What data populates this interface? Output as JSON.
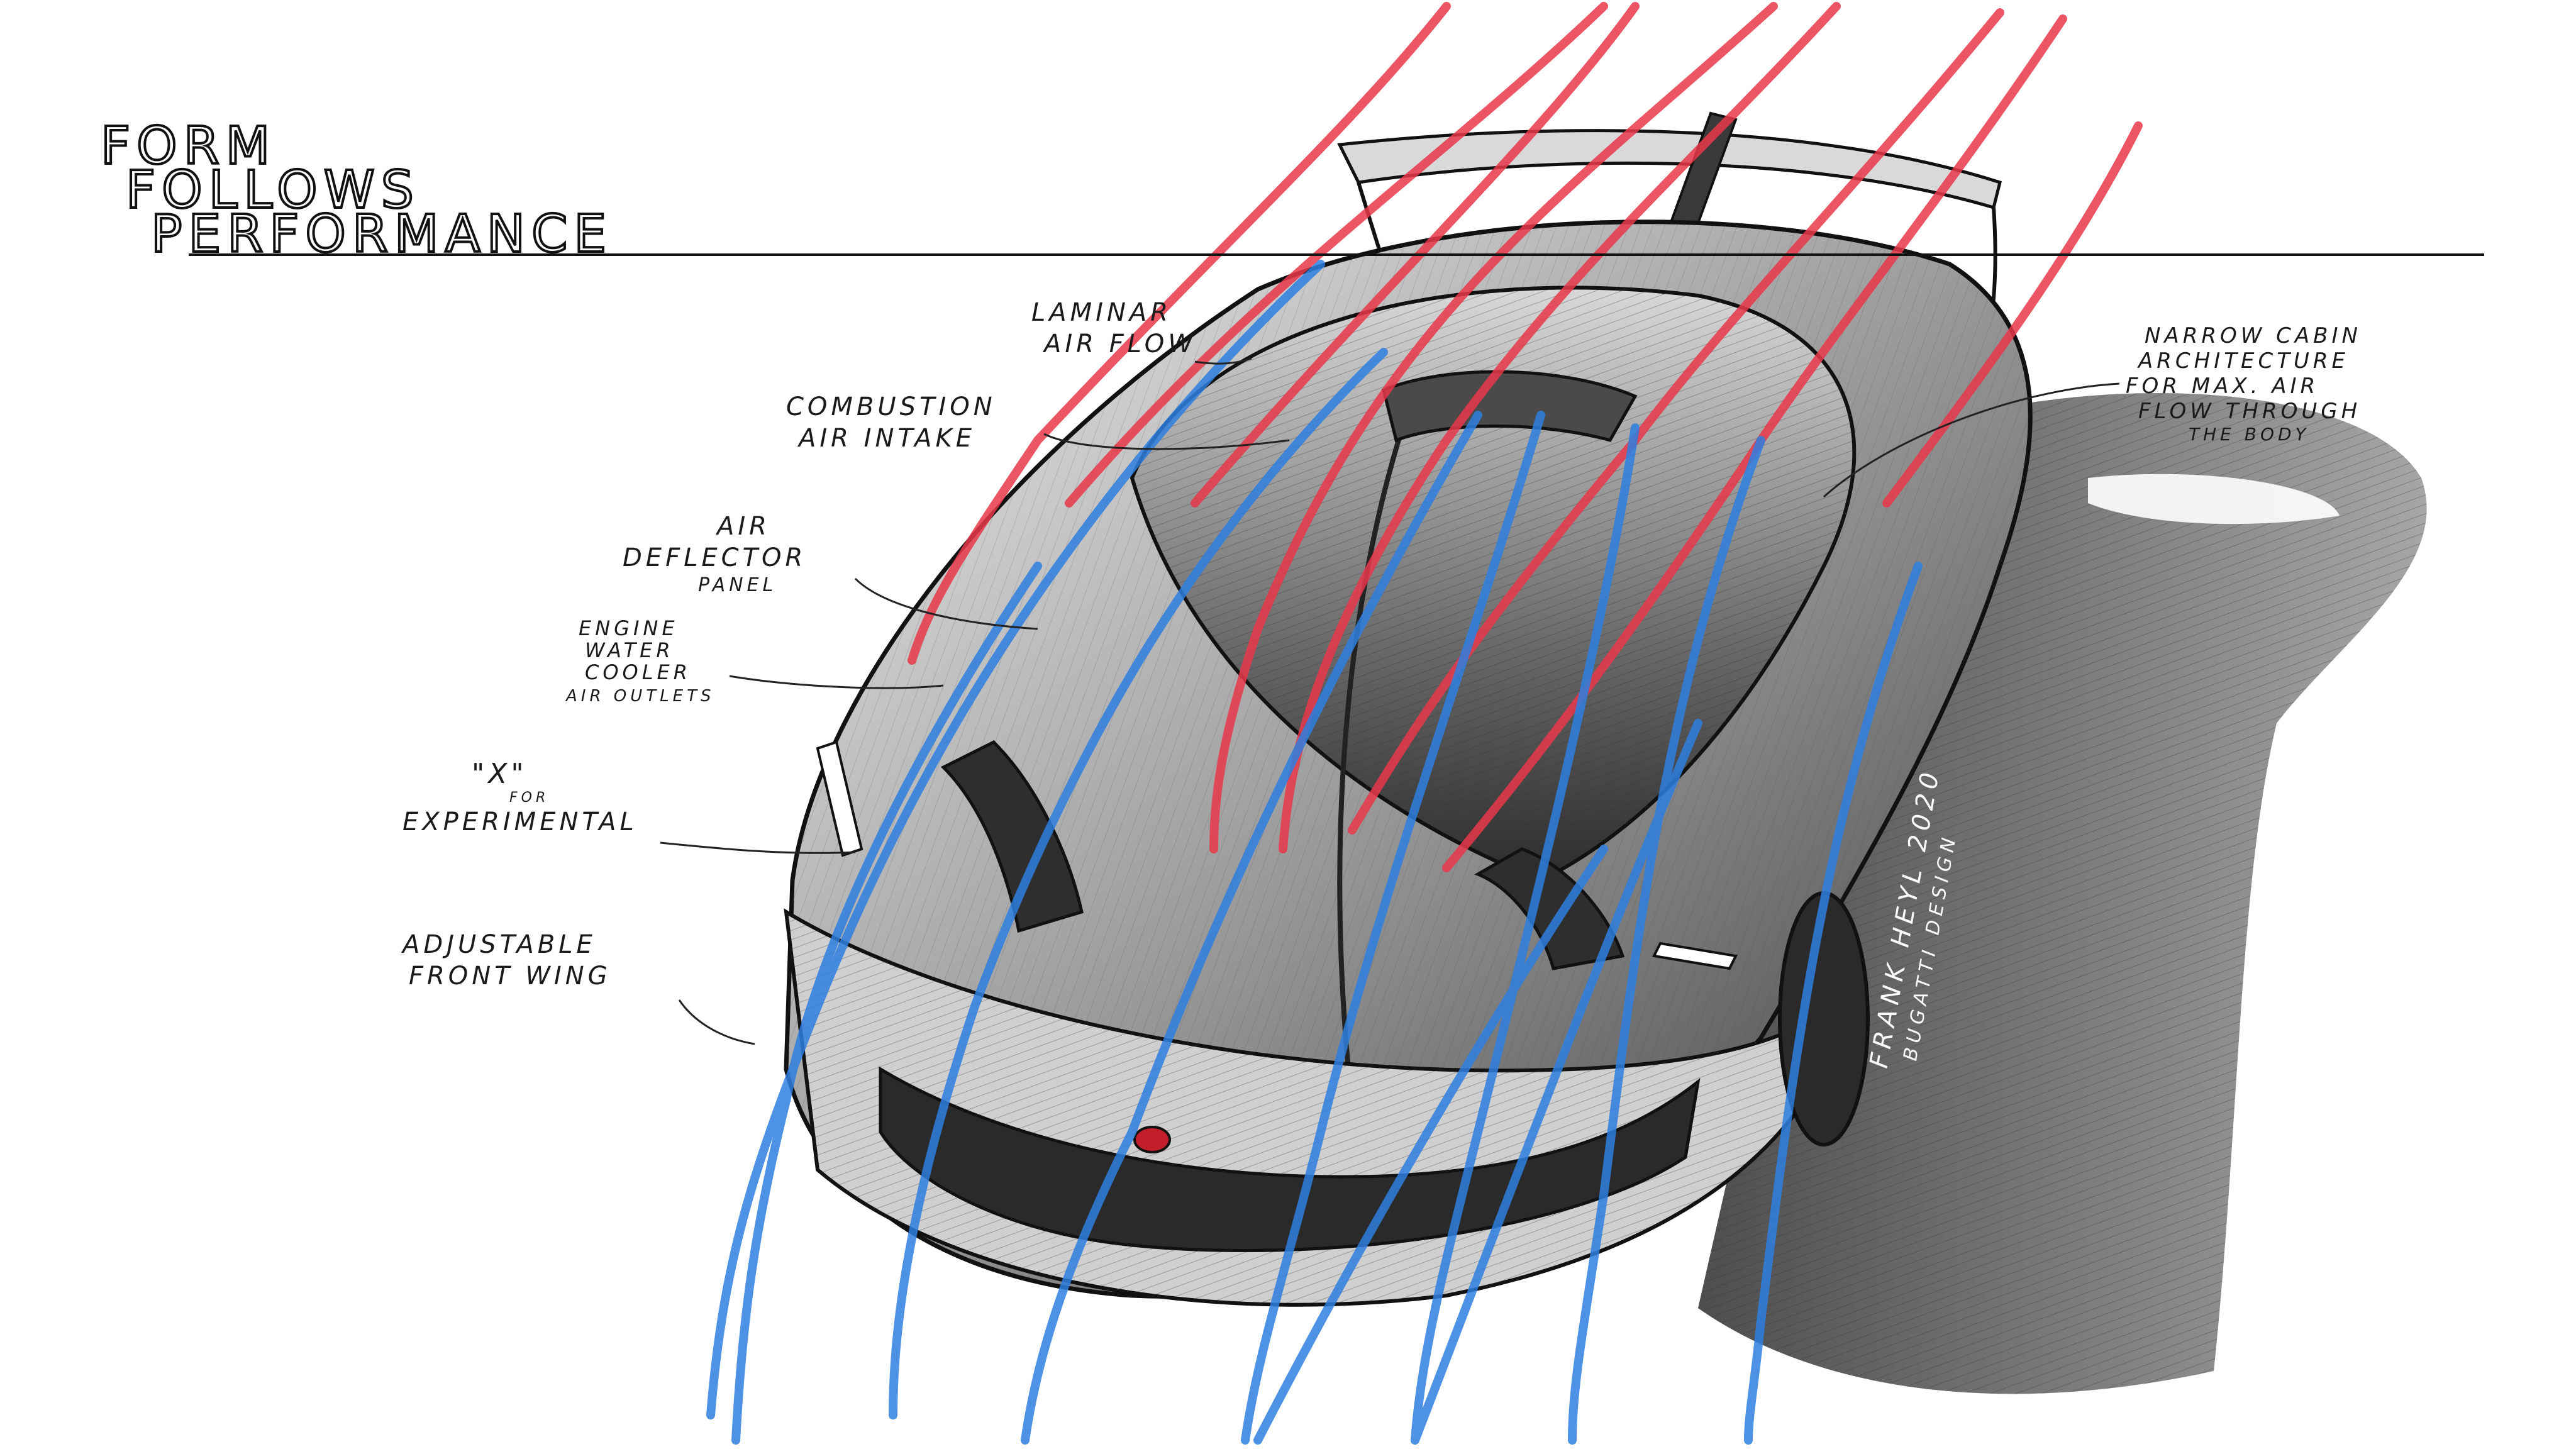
{
  "title": {
    "line1": "FORM",
    "line2": "FOLLOWS",
    "line3": "PERFORMANCE"
  },
  "callouts": {
    "laminar": {
      "line1": "LAMINAR",
      "line2": "AIR FLOW"
    },
    "combustion": {
      "line1": "COMBUSTION",
      "line2": "AIR INTAKE"
    },
    "deflector": {
      "line1": "AIR",
      "line2": "DEFLECTOR",
      "line3": "PANEL"
    },
    "engine": {
      "line1": "ENGINE",
      "line2": "WATER",
      "line3": "COOLER",
      "line4": "AIR OUTLETS"
    },
    "experimental": {
      "line1": "\"X\"",
      "line2": "FOR",
      "line3": "EXPERIMENTAL"
    },
    "frontwing": {
      "line1": "ADJUSTABLE",
      "line2": "FRONT WING"
    },
    "cabin": {
      "line1": "NARROW CABIN",
      "line2": "ARCHITECTURE",
      "line3": "FOR MAX. AIR",
      "line4": "FLOW THROUGH",
      "line5": "THE BODY"
    }
  },
  "signature": {
    "line1": "FRANK HEYL 2020",
    "line2": "BUGATTI DESIGN"
  },
  "colors": {
    "red_flow": "#e8384a",
    "blue_flow": "#2f7fe0",
    "ink": "#1a1a1a",
    "shadow": "#5a5a5a"
  }
}
